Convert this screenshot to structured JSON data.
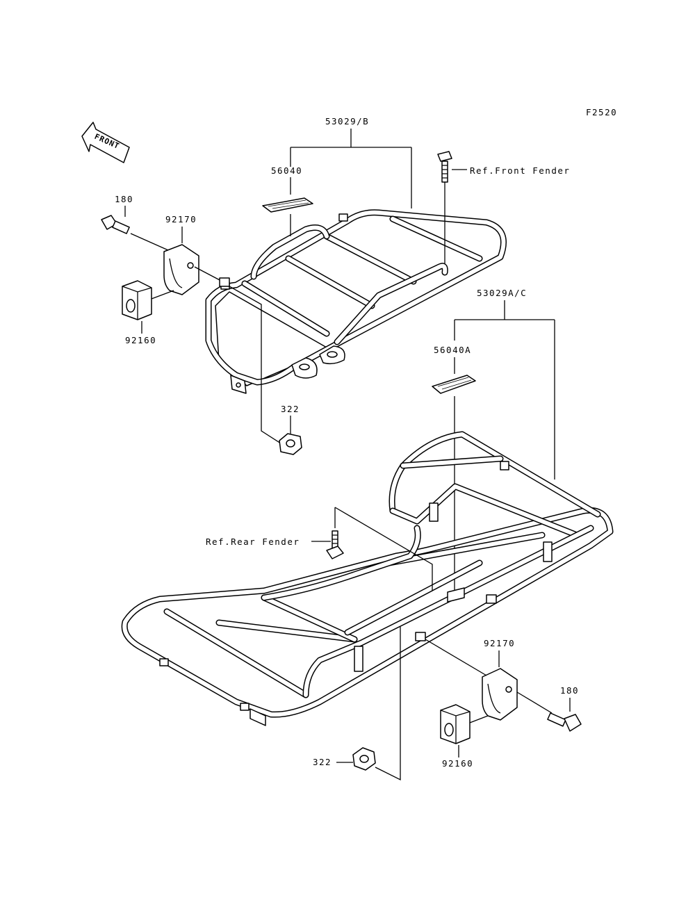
{
  "figure_code": "F2520",
  "front_indicator": "FRONT",
  "labels": {
    "front_carrier": "53029/B",
    "rear_carrier": "53029A/C",
    "front_decal": "56040",
    "rear_decal": "56040A",
    "ref_front_fender": "Ref.Front Fender",
    "ref_rear_fender": "Ref.Rear Fender",
    "bolt_front": "180",
    "bolt_rear": "180",
    "clamp_front": "92170",
    "clamp_rear": "92170",
    "bush_front": "92160",
    "bush_rear": "92160",
    "nut_front": "322",
    "nut_rear": "322"
  }
}
